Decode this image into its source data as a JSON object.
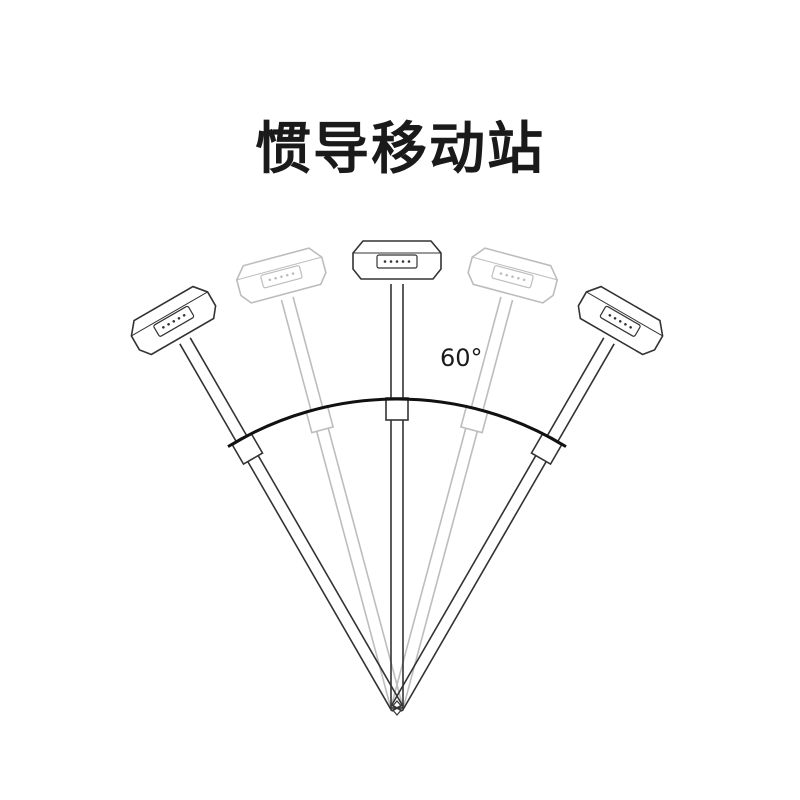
{
  "title": "惯导移动站",
  "angle_label": "60°",
  "colors": {
    "stroke_main": "#333333",
    "stroke_faded": "#bdbdbd",
    "arc": "#111111",
    "background": "#ffffff"
  },
  "poles": [
    {
      "name": "pole-left-far",
      "tilt_deg": -30,
      "faded": false
    },
    {
      "name": "pole-left-near",
      "tilt_deg": -15,
      "faded": true
    },
    {
      "name": "pole-center",
      "tilt_deg": 0,
      "faded": false
    },
    {
      "name": "pole-right-near",
      "tilt_deg": 15,
      "faded": true
    },
    {
      "name": "pole-right-far",
      "tilt_deg": 30,
      "faded": false
    }
  ]
}
